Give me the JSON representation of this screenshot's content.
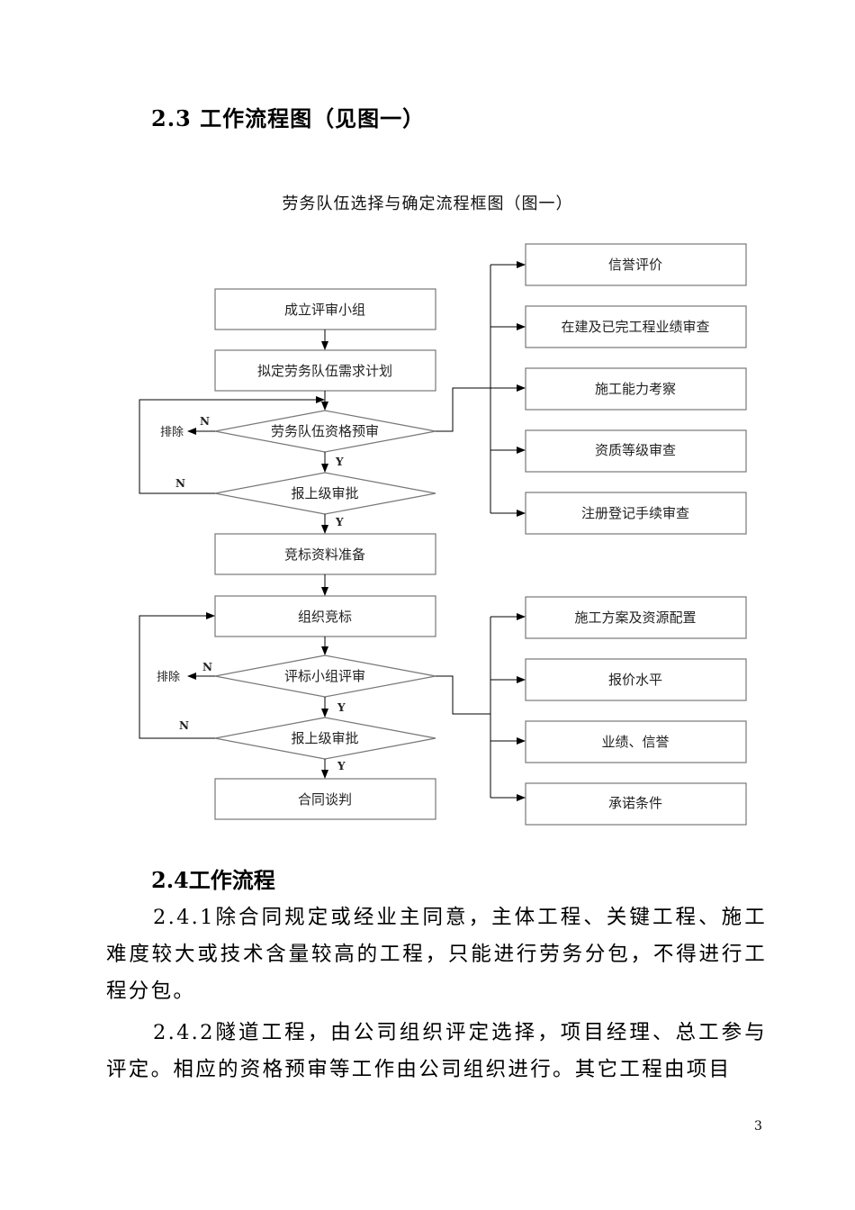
{
  "section_heading": "2.3 工作流程图（见图一）",
  "diagram": {
    "title": "劳务队伍选择与确定流程框图（图一）",
    "stage1": {
      "setup_group": "成立评审小组",
      "draft_plan": "拟定劳务队伍需求计划",
      "prequal_review": "劳务队伍资格预审",
      "report_approval": "报上级审批",
      "exclude": "排除",
      "criteria": [
        "信誉评价",
        "在建及已完工程业绩审查",
        "施工能力考察",
        "资质等级审查",
        "注册登记手续审查"
      ]
    },
    "stage2": {
      "bid_prep": "竞标资料准备",
      "organize_bid": "组织竞标",
      "panel_review": "评标小组评审",
      "report_approval": "报上级审批",
      "contract": "合同谈判",
      "exclude": "排除",
      "criteria": [
        "施工方案及资源配置",
        "报价水平",
        "业绩、信誉",
        "承诺条件"
      ]
    },
    "yes_label": "Y",
    "no_label": "N"
  },
  "subsection_heading": "2.4工作流程",
  "paragraphs": [
    "2.4.1除合同规定或经业主同意，主体工程、关键工程、施工难度较大或技术含量较高的工程，只能进行劳务分包，不得进行工程分包。",
    "2.4.2隧道工程，由公司组织评定选择，项目经理、总工参与评定。相应的资格预审等工作由公司组织进行。其它工程由项目"
  ],
  "page_number": "3"
}
